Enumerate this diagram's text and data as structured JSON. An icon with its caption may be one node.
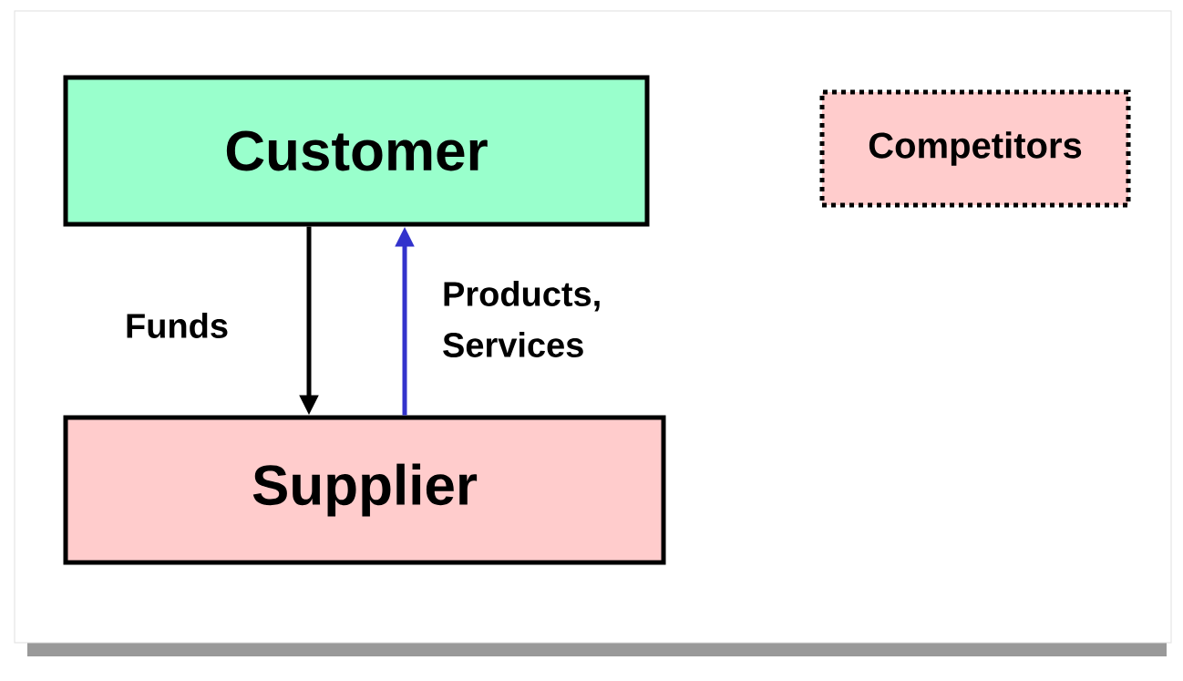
{
  "diagram": {
    "nodes": [
      {
        "text": [
          "Customer"
        ]
      },
      {
        "text": [
          "Supplier"
        ]
      },
      {
        "text": [
          "Competitors"
        ]
      }
    ],
    "edges": [
      {
        "from": 0,
        "to": 1,
        "arrow": "to",
        "label": "Funds"
      },
      {
        "from": 1,
        "to": 0,
        "arrow": "to",
        "label": "Products, Services",
        "color": "#3333cc"
      }
    ]
  }
}
